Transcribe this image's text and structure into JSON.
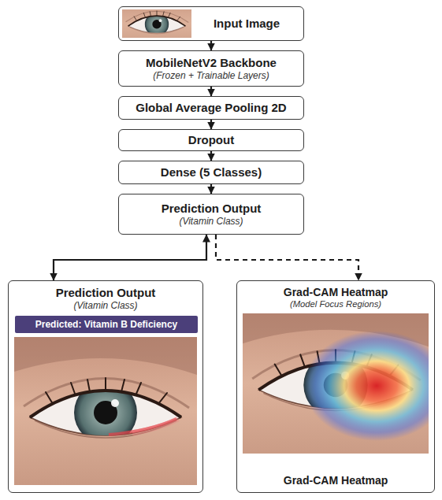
{
  "diagram": {
    "nodes": [
      {
        "text": [
          "Input Image"
        ]
      },
      {
        "text": [
          "MobileNetV2 Backbone",
          "(Frozen + Trainable Layers)"
        ]
      },
      {
        "text": [
          "Global Average Pooling 2D"
        ]
      },
      {
        "text": [
          "Dropout"
        ]
      },
      {
        "text": [
          "Dense (5 Classes)"
        ]
      },
      {
        "text": [
          "Prediction Output",
          "(Vitamin Class)"
        ]
      },
      {
        "text": [
          "Prediction Output",
          "(Vitamin Class)"
        ]
      },
      {
        "text": [
          "Predicted: Vitamin B Deficiency"
        ],
        "in": 6
      },
      {
        "text": [
          "Grad-CAM Heatmap",
          "(Model Focus Regions)",
          "Grad-CAM Heatmap"
        ]
      }
    ],
    "edges": [
      {
        "from": 0,
        "to": 1,
        "arrow": "to"
      },
      {
        "from": 1,
        "to": 2,
        "arrow": "to"
      },
      {
        "from": 2,
        "to": 3,
        "arrow": "to"
      },
      {
        "from": 3,
        "to": 4,
        "arrow": "to"
      },
      {
        "from": 4,
        "to": 5,
        "arrow": "to"
      },
      {
        "from": 5,
        "to": 6,
        "arrow": "both"
      },
      {
        "from": 5,
        "to": 8,
        "arrow": "to"
      }
    ]
  }
}
